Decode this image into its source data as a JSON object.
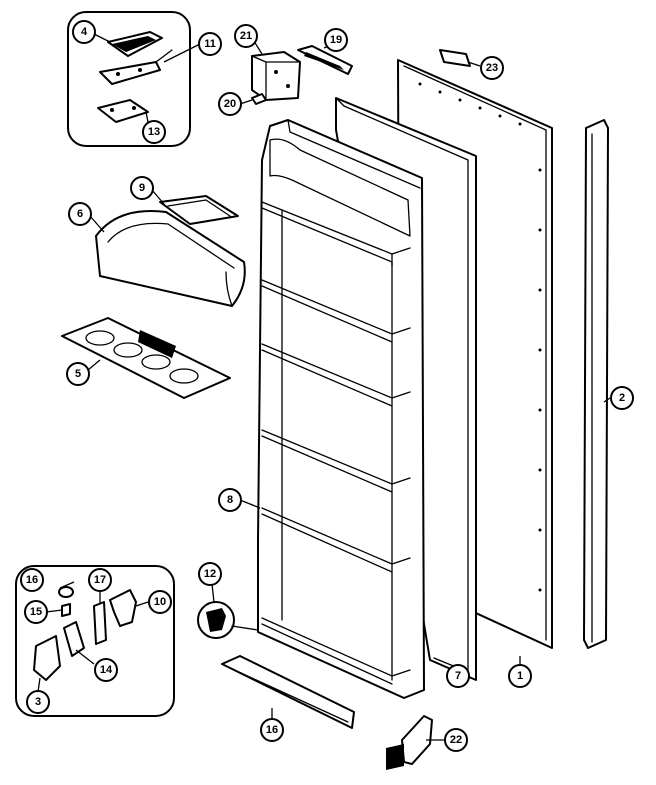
{
  "callouts": [
    {
      "id": "c4",
      "label": "4"
    },
    {
      "id": "c11",
      "label": "11"
    },
    {
      "id": "c13",
      "label": "13"
    },
    {
      "id": "c21",
      "label": "21"
    },
    {
      "id": "c19",
      "label": "19"
    },
    {
      "id": "c20",
      "label": "20"
    },
    {
      "id": "c23",
      "label": "23"
    },
    {
      "id": "c9",
      "label": "9"
    },
    {
      "id": "c6",
      "label": "6"
    },
    {
      "id": "c5",
      "label": "5"
    },
    {
      "id": "c2",
      "label": "2"
    },
    {
      "id": "c8",
      "label": "8"
    },
    {
      "id": "c12",
      "label": "12"
    },
    {
      "id": "c16a",
      "label": "16"
    },
    {
      "id": "c15",
      "label": "15"
    },
    {
      "id": "c17",
      "label": "17"
    },
    {
      "id": "c10",
      "label": "10"
    },
    {
      "id": "c14",
      "label": "14"
    },
    {
      "id": "c3",
      "label": "3"
    },
    {
      "id": "c16b",
      "label": "16"
    },
    {
      "id": "c7",
      "label": "7"
    },
    {
      "id": "c1",
      "label": "1"
    },
    {
      "id": "c22",
      "label": "22"
    }
  ]
}
